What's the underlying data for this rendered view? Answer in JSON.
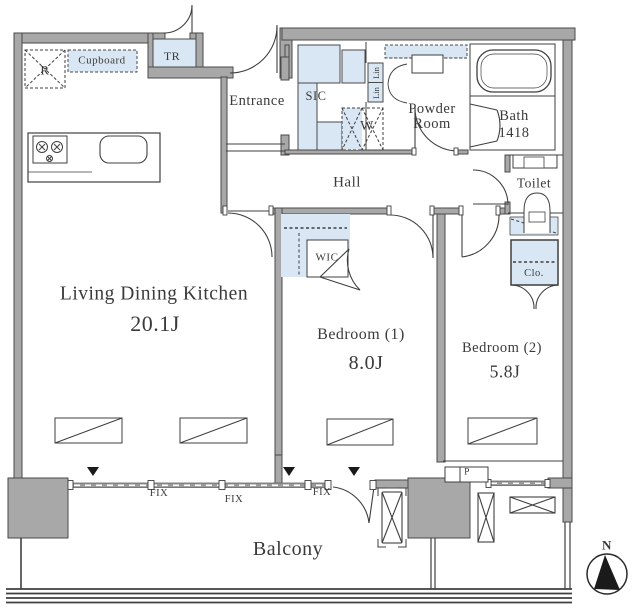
{
  "rooms": {
    "ldk": {
      "name": "Living Dining Kitchen",
      "size": "20.1J"
    },
    "bedroom1": {
      "name": "Bedroom (1)",
      "size": "8.0J"
    },
    "bedroom2": {
      "name": "Bedroom (2)",
      "size": "5.8J"
    },
    "hall": {
      "name": "Hall"
    },
    "entrance": {
      "name": "Entrance"
    },
    "powder_room": {
      "line1": "Powder",
      "line2": "Room"
    },
    "bath": {
      "name": "Bath",
      "size": "1418"
    },
    "toilet": {
      "name": "Toilet"
    },
    "balcony": {
      "name": "Balcony"
    }
  },
  "fixtures": {
    "shoe_closet": "SIC",
    "walk_in_closet": "WIC",
    "closet": "Clo.",
    "cupboard": "Cupboard",
    "trunk_room": "TR",
    "refrigerator": "R",
    "washer": "W",
    "linen_upper": "Lin",
    "linen_lower": "Lin",
    "pipe_space": "P"
  },
  "windows": {
    "fix_labels": [
      "FIX",
      "FIX",
      "FIX"
    ]
  },
  "compass": {
    "north_label": "N"
  },
  "colors": {
    "fixture_blue": "#d9e6f3",
    "wall_gray": "#a8a8a8",
    "line_dark": "#3f3f3f"
  }
}
